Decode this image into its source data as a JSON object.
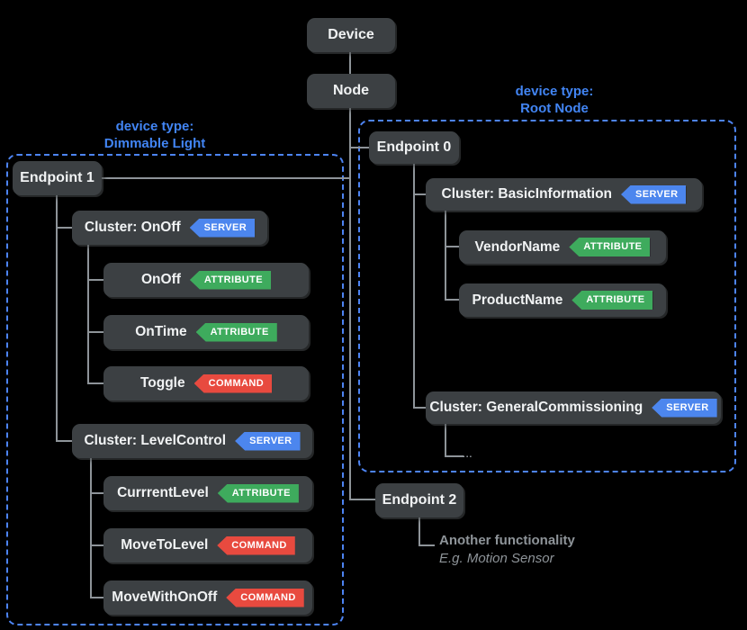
{
  "colors": {
    "background": "#000000",
    "box_fill": "#3C4043",
    "box_text": "#F1F3F4",
    "connector": "#8E9499",
    "group_dashed_border": "#4D84F3",
    "device_type_caption": "#4285F4",
    "server_badge": "#4C86EE",
    "attribute_badge": "#3EAB5D",
    "command_badge": "#E84A3F",
    "note_text": "#8E9499"
  },
  "root": {
    "device": "Device",
    "node": "Node"
  },
  "left_group": {
    "type_caption": "device type:",
    "type_name": "Dimmable Light",
    "endpoint": {
      "label": "Endpoint 1"
    },
    "clusters": [
      {
        "label": "Cluster: OnOff",
        "badge": "SERVER",
        "children": [
          {
            "label": "OnOff",
            "badge": "ATTRIBUTE"
          },
          {
            "label": "OnTime",
            "badge": "ATTRIBUTE"
          },
          {
            "label": "Toggle",
            "badge": "COMMAND"
          }
        ]
      },
      {
        "label": "Cluster: LevelControl",
        "badge": "SERVER",
        "children": [
          {
            "label": "CurrrentLevel",
            "badge": "ATTRIBUTE"
          },
          {
            "label": "MoveToLevel",
            "badge": "COMMAND"
          },
          {
            "label": "MoveWithOnOff",
            "badge": "COMMAND"
          }
        ]
      }
    ]
  },
  "right_group": {
    "type_caption": "device type:",
    "type_name": "Root Node",
    "endpoint": {
      "label": "Endpoint 0"
    },
    "clusters": [
      {
        "label": "Cluster: BasicInformation",
        "badge": "SERVER",
        "children": [
          {
            "label": "VendorName",
            "badge": "ATTRIBUTE"
          },
          {
            "label": "ProductName",
            "badge": "ATTRIBUTE"
          }
        ]
      },
      {
        "label": "Cluster: GeneralCommissioning",
        "badge": "SERVER",
        "ellipsis": "..."
      }
    ]
  },
  "endpoint2": {
    "label": "Endpoint 2",
    "note": "Another functionality",
    "note_example": "E.g. Motion Sensor"
  }
}
